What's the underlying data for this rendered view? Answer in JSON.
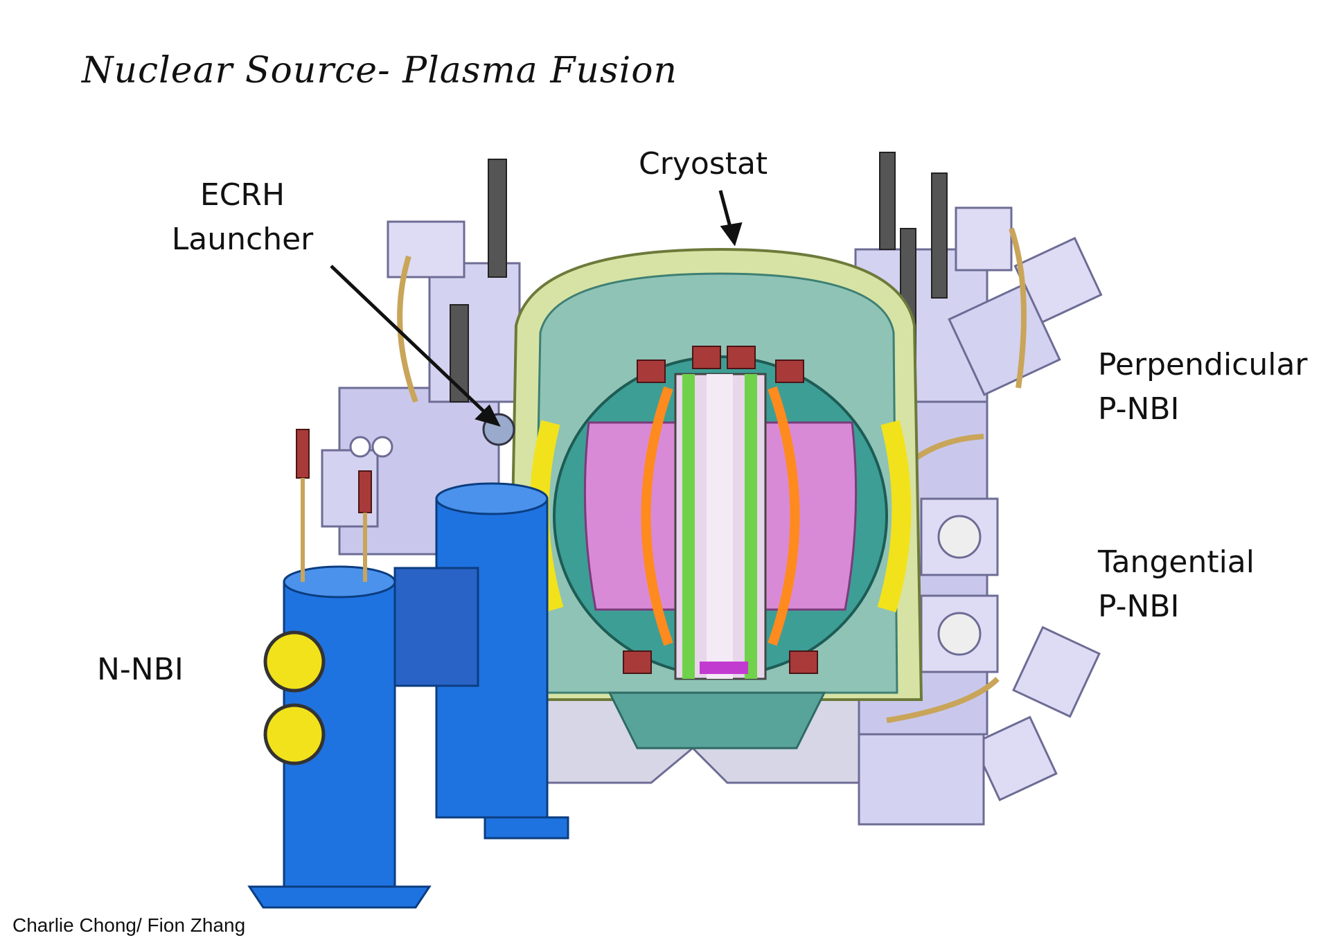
{
  "title": "Nuclear Source- Plasma Fusion",
  "labels": {
    "ecrh": [
      "ECRH",
      "Launcher"
    ],
    "cryostat": "Cryostat",
    "perpendicular": [
      "Perpendicular",
      "P-NBI"
    ],
    "tangential": [
      "Tangential",
      "P-NBI"
    ],
    "nnbi": "N-NBI"
  },
  "credit": "Charlie Chong/ Fion Zhang",
  "colors": {
    "cryostat_shell": "#d7e3a4",
    "vacuum_vessel": "#3d9e95",
    "plasma": "#d98ad6",
    "coil_yellow": "#f2e21b",
    "nbi_blue": "#1f73e0",
    "injector_lavender": "#c9c8ec",
    "pipe_gold": "#c9a55a",
    "coil_red": "#a83a3a"
  }
}
